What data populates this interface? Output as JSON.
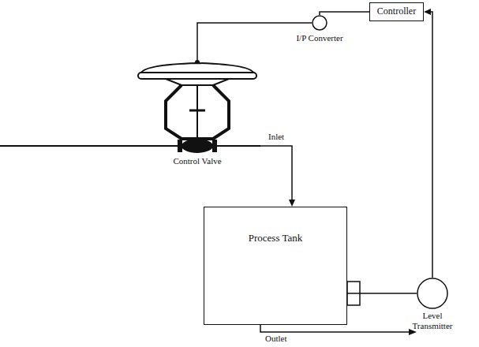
{
  "diagram": {
    "nodes": [
      {
        "text": [
          "Controller"
        ]
      },
      {
        "text": [
          "I/P Converter"
        ]
      },
      {
        "text": [
          "Control Valve"
        ]
      },
      {
        "text": [
          "Process Tank"
        ]
      },
      {
        "text": [
          "Level Transmitter"
        ]
      }
    ],
    "edges": [
      {
        "from": 0,
        "to": 1,
        "arrow": "none"
      },
      {
        "from": 1,
        "to": 2,
        "arrow": "none"
      },
      {
        "from": 2,
        "to": 3,
        "label": "Inlet",
        "arrow": "to"
      },
      {
        "from": 3,
        "to": 4,
        "arrow": "none"
      },
      {
        "from": 4,
        "to": 0,
        "arrow": "to"
      }
    ],
    "labels": [
      "Outlet"
    ]
  }
}
